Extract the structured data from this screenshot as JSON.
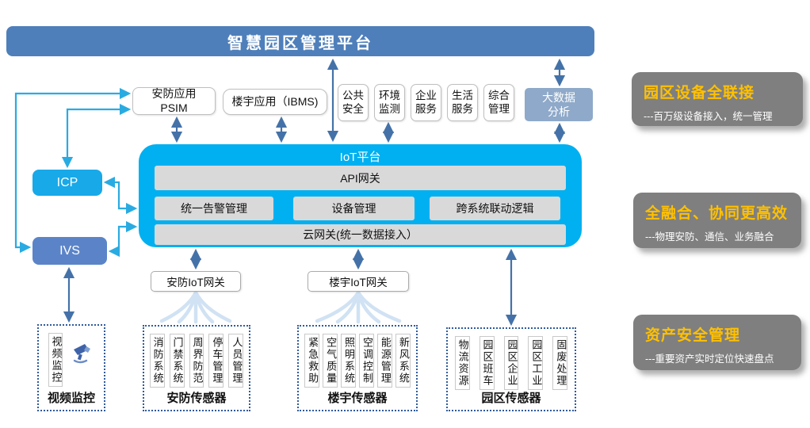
{
  "banner": {
    "title": "智慧园区管理平台"
  },
  "apps": {
    "psim_line1": "安防应用",
    "psim_line2": "PSIM",
    "ibms": "楼宇应用（IBMS)",
    "small": [
      {
        "l1": "公共",
        "l2": "安全"
      },
      {
        "l1": "环境",
        "l2": "监测"
      },
      {
        "l1": "企业",
        "l2": "服务"
      },
      {
        "l1": "生活",
        "l2": "服务"
      },
      {
        "l1": "综合",
        "l2": "管理"
      }
    ]
  },
  "bigdata": {
    "line1": "大数据",
    "line2": "分析"
  },
  "left": {
    "icp": "ICP",
    "ivs": "IVS"
  },
  "platform": {
    "title": "IoT平台",
    "api": "API网关",
    "modules": [
      "统一告警管理",
      "设备管理",
      "跨系统联动逻辑"
    ],
    "cloud": "云网关(统一数据接入）"
  },
  "gateways": [
    "安防IoT网关",
    "楼宇IoT网关"
  ],
  "sensors": {
    "video": {
      "vertical": "视频监控",
      "label": "视频监控"
    },
    "security": {
      "label": "安防传感器",
      "items": [
        "消防系统",
        "门禁系统",
        "周界防范",
        "停车管理",
        "人员管理"
      ]
    },
    "building": {
      "label": "楼宇传感器",
      "items": [
        "紧急救助",
        "空气质量",
        "照明系统",
        "空调控制",
        "能源管理",
        "新风系统"
      ]
    },
    "park": {
      "label": "园区传感器",
      "items": [
        "物流资源",
        "园区班车",
        "园区企业",
        "园区工业",
        "固废处理"
      ]
    }
  },
  "right_panels": [
    {
      "title": "园区设备全联接",
      "desc": "---百万级设备接入，统一管理"
    },
    {
      "title": "全融合、协同更高效",
      "desc": "---物理安防、通信、业务融合"
    },
    {
      "title": "资产安全管理",
      "desc": "---重要资产实时定位快速盘点"
    }
  ],
  "colors": {
    "banner_blue": "#4E7FBA",
    "platform_cyan": "#00B0F0",
    "icp_cyan": "#18A9E9",
    "ivs_blue": "#5B84C8",
    "bigdata_blue": "#8EA9C9",
    "bar_gray": "#D9D9D9",
    "panel_gray": "#7F7F7F",
    "accent_orange": "#FFC000",
    "arrow_steel": "#4472A8",
    "arrow_cyan": "#29ABE2"
  }
}
